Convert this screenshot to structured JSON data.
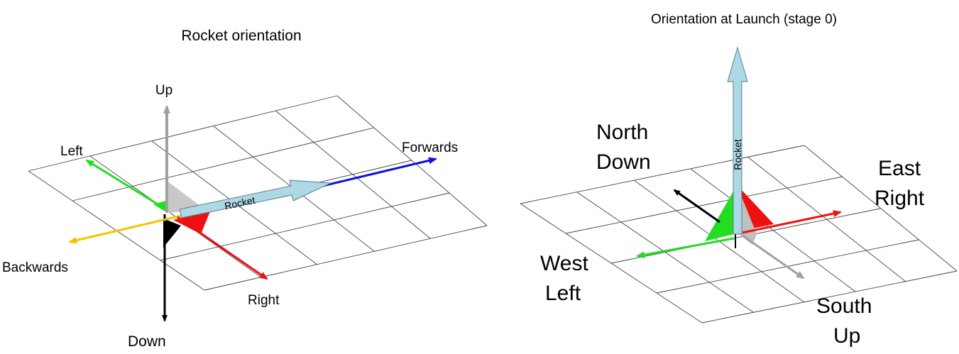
{
  "left_diagram": {
    "title": "Rocket orientation",
    "labels": {
      "up": "Up",
      "down": "Down",
      "left": "Left",
      "right": "Right",
      "forwards": "Forwards",
      "backwards": "Backwards",
      "rocket": "Rocket"
    }
  },
  "right_diagram": {
    "title": "Orientation at Launch (stage 0)",
    "labels": {
      "north": "North",
      "north_sub": "Down",
      "east": "East",
      "east_sub": "Right",
      "west": "West",
      "west_sub": "Left",
      "south": "South",
      "south_sub": "Up",
      "rocket": "Rocket"
    }
  },
  "colors": {
    "up_axis": "#a0a0a0",
    "down_axis": "#000000",
    "left_axis": "#22dd22",
    "right_axis": "#ee1111",
    "forwards_axis": "#1111dd",
    "backwards_axis": "#f5c400",
    "rocket_body": "#add8e6",
    "grid": "#444444"
  }
}
